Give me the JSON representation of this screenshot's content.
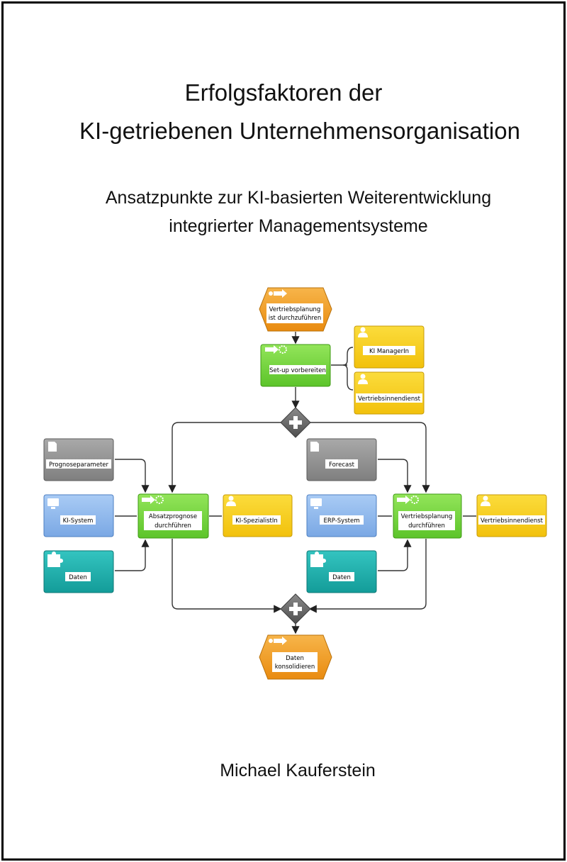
{
  "title": {
    "line1": "Erfolgsfaktoren der",
    "line2": "KI-getriebenen Unternehmensorganisation"
  },
  "subtitle": {
    "line1": "Ansatzpunkte zur KI-basierten Weiterentwicklung",
    "line2": "integrierter Managementsysteme"
  },
  "author": "Michael Kauferstein",
  "diagram": {
    "colors": {
      "event": "#f39a1e",
      "function": "#78d23c",
      "role": "#f7cf1a",
      "document": "#8f8f8f",
      "system": "#8fb8ec",
      "data": "#20b1ae",
      "gateway": "#6a6a6a"
    },
    "start_event": [
      "Vertriebsplanung",
      "ist durchzuführen"
    ],
    "setup_function": "Set-up vorbereiten",
    "roles_top": [
      "KI ManagerIn",
      "Vertriebsinnendienst"
    ],
    "left_branch": {
      "document": "Prognoseparameter",
      "system": "KI-System",
      "data": "Daten",
      "function": [
        "Absatzprognose",
        "durchführen"
      ],
      "role": "KI-SpezialistIn"
    },
    "right_branch": {
      "document": "Forecast",
      "system": "ERP-System",
      "data": "Daten",
      "function": [
        "Vertriebsplanung",
        "durchführen"
      ],
      "role": "Vertriebsinnendienst"
    },
    "end_event": [
      "Daten",
      "konsolidieren"
    ]
  }
}
